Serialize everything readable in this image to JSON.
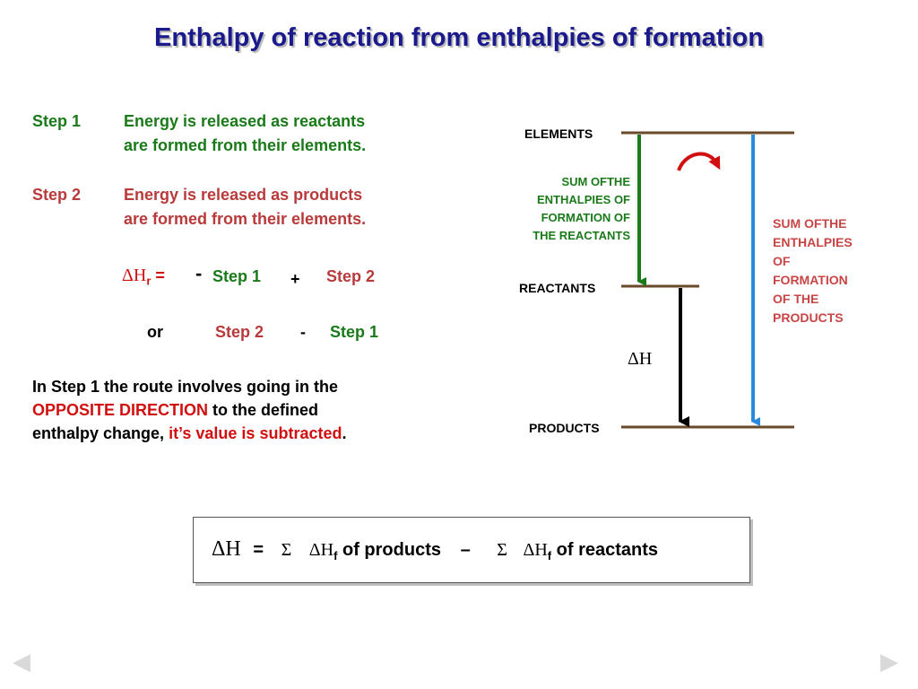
{
  "title": "Enthalpy of reaction from enthalpies of formation",
  "steps": [
    {
      "label": "Step 1",
      "line1": "Energy is released as reactants",
      "line2": "are formed from their elements."
    },
    {
      "label": "Step 2",
      "line1": "Energy is released as products",
      "line2": "are formed from their elements."
    }
  ],
  "equation1": {
    "delta_h": "ΔH",
    "sub": "r",
    "equals": "=",
    "minus": "-",
    "step1": "Step 1",
    "plus": "+",
    "step2": "Step 2"
  },
  "equation2": {
    "or": "or",
    "step2": "Step 2",
    "minus": "-",
    "step1": "Step 1"
  },
  "explanation": {
    "part1": "In Step 1 the route involves going in the",
    "highlight1": "OPPOSITE DIRECTION",
    "part2": "to the defined",
    "part3": "enthalpy change,",
    "highlight2": "it’s value is subtracted",
    "end": "."
  },
  "diagram": {
    "elements": "ELEMENTS",
    "reactants": "REACTANTS",
    "products": "PRODUCTS",
    "delta_h": "ΔH",
    "sum_reactants": [
      "SUM OFTHE",
      "ENTHALPIES OF",
      "FORMATION OF",
      "THE REACTANTS"
    ],
    "sum_products": [
      "SUM OFTHE",
      "ENTHALPIES",
      "OF",
      "FORMATION",
      "OF  THE",
      "PRODUCTS"
    ]
  },
  "formula": {
    "delta_h": "ΔH",
    "equals": "=",
    "sigma1": "Σ",
    "delta_hf1": "ΔH",
    "sub1": "f",
    "of_products": "of products",
    "minus": "–",
    "sigma2": "Σ",
    "delta_hf2": "ΔH",
    "sub2": "f",
    "of_reactants": "of reactants"
  },
  "nav": {
    "prev": "◀",
    "next": "▶"
  },
  "colors": {
    "title": "#1a1a8c",
    "green": "#1a7a1a",
    "red": "#b83a3a",
    "bright_red": "#d10f0f",
    "level_line": "#6b4a2a",
    "blue_arrow": "#2a8ae0"
  }
}
